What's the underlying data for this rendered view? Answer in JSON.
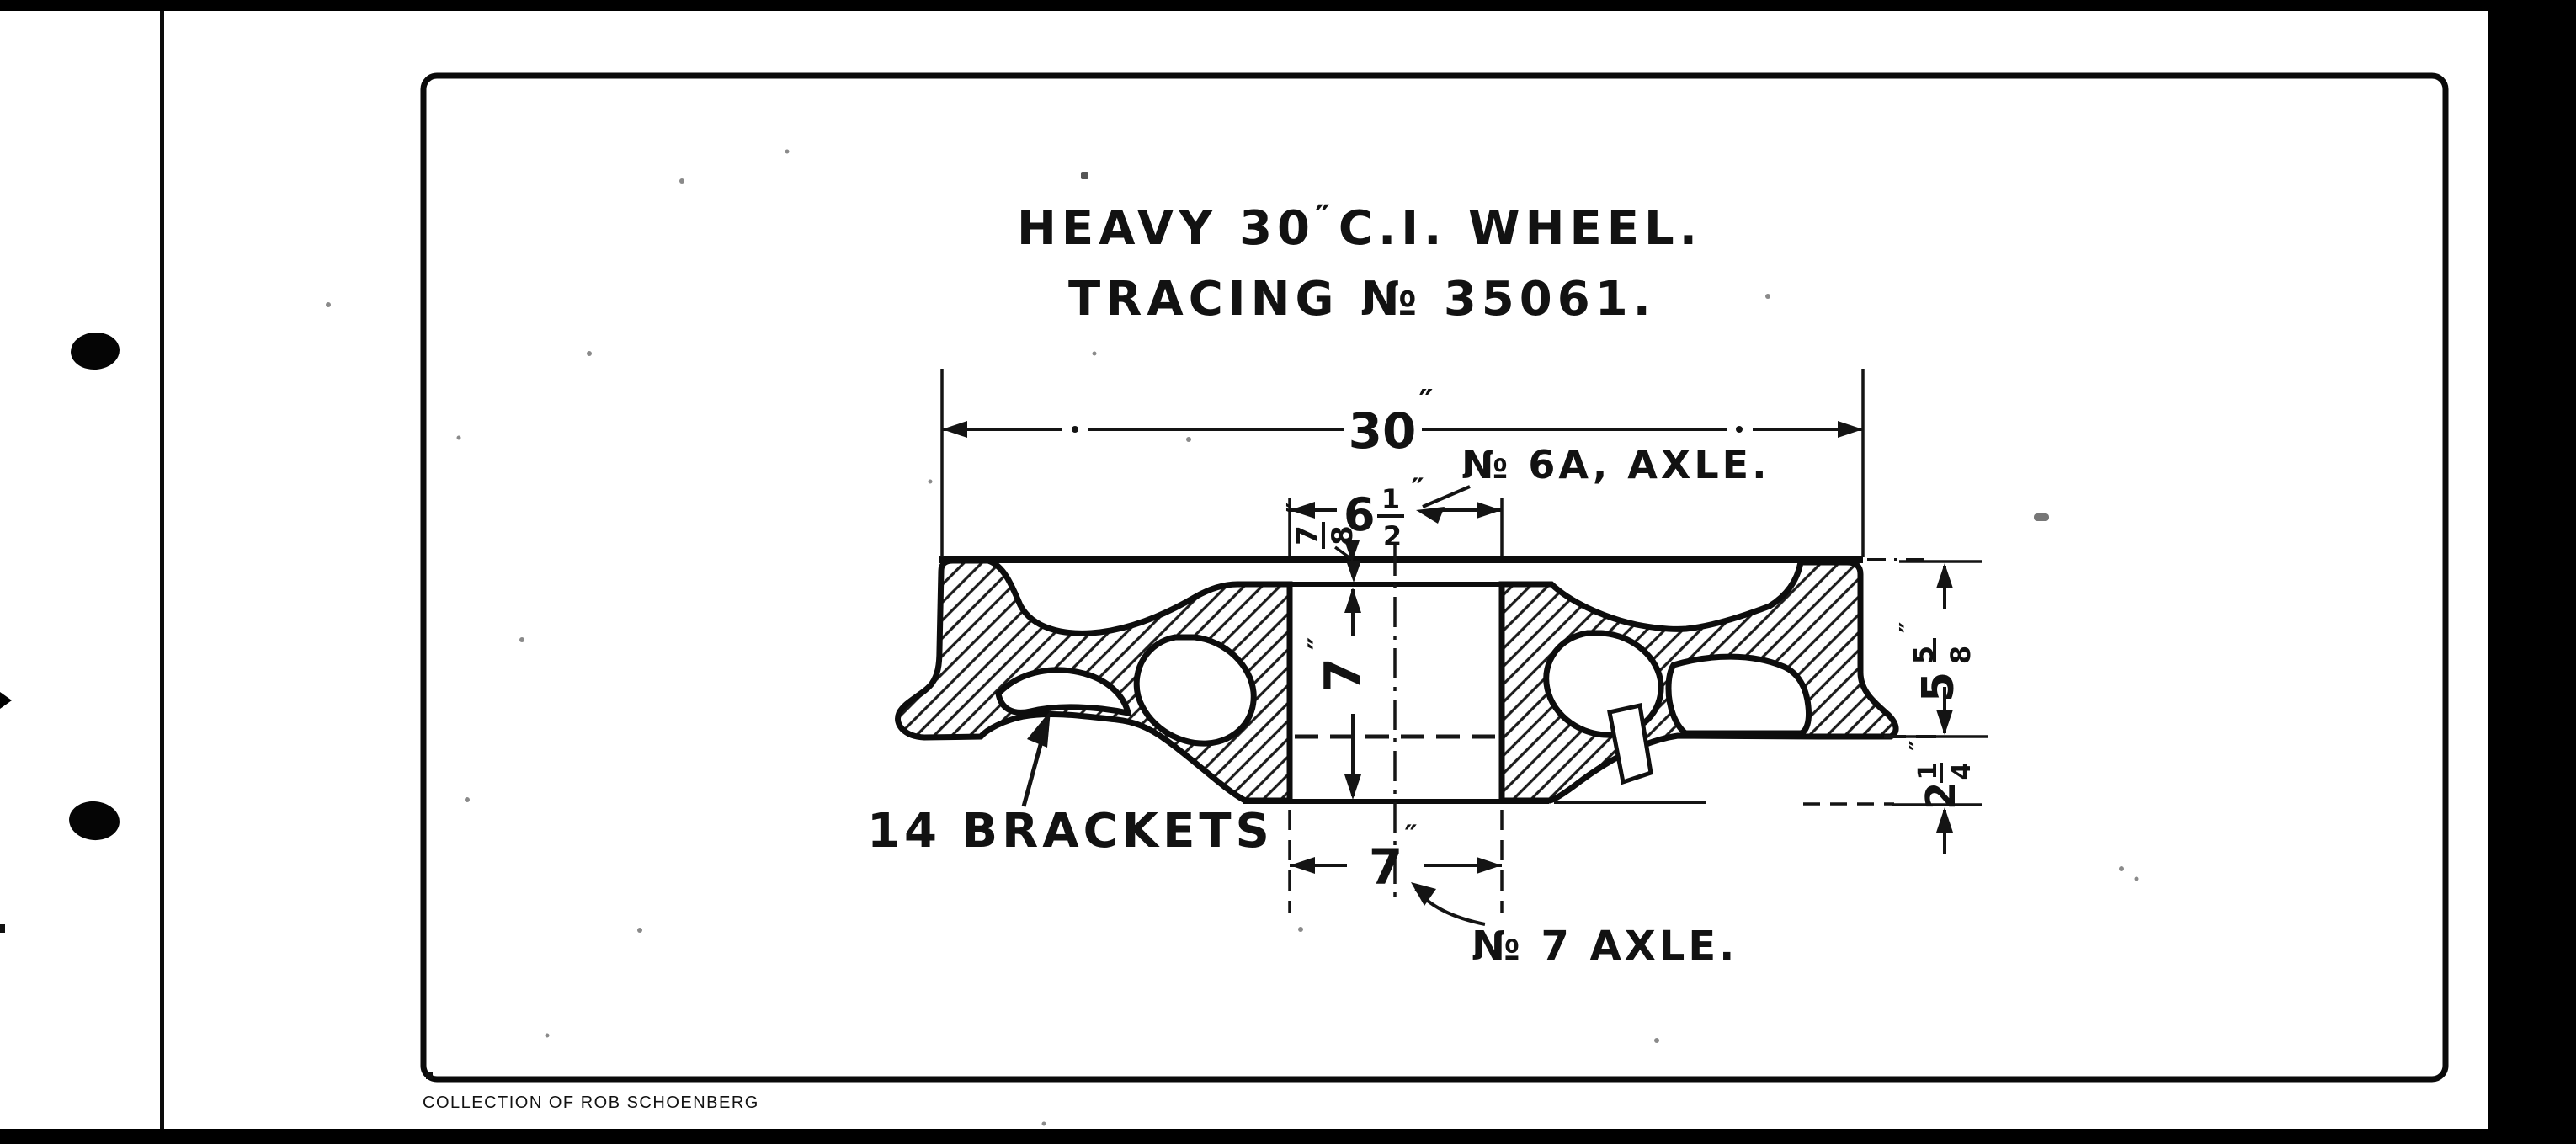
{
  "title": {
    "part1": "HEAVY 30",
    "inch": "″",
    "part2": "C.I. WHEEL.",
    "line2": "TRACING № 35061."
  },
  "labels": {
    "axle_hub_top": "№ 6A, AXLE.",
    "axle_hub_bottom": "№ 7 AXLE.",
    "brackets": "14 BRACKETS"
  },
  "dimensions": {
    "overall_width": {
      "value": "30",
      "unit": "″"
    },
    "hub_top_width": {
      "whole": "6",
      "num": "1",
      "den": "2",
      "unit": "″"
    },
    "hub_length": {
      "value": "7",
      "unit": "″"
    },
    "hub_bottom_width": {
      "value": "7",
      "unit": "″"
    },
    "rim_to_hub_top": {
      "num": "7",
      "den": "8",
      "unit": "″"
    },
    "rim_to_centerline": {
      "whole": "5",
      "num": "5",
      "den": "8",
      "unit": "″"
    },
    "centerline_to_hub_bottom": {
      "whole": "2",
      "num": "1",
      "den": "4",
      "unit": "″"
    }
  },
  "footer": {
    "credit": "COLLECTION OF ROB SCHOENBERG"
  },
  "colors": {
    "ink": "#121212",
    "paper": "#ffffff",
    "scan_edge": "#000000",
    "credit_gray": "#4a4a4a"
  }
}
